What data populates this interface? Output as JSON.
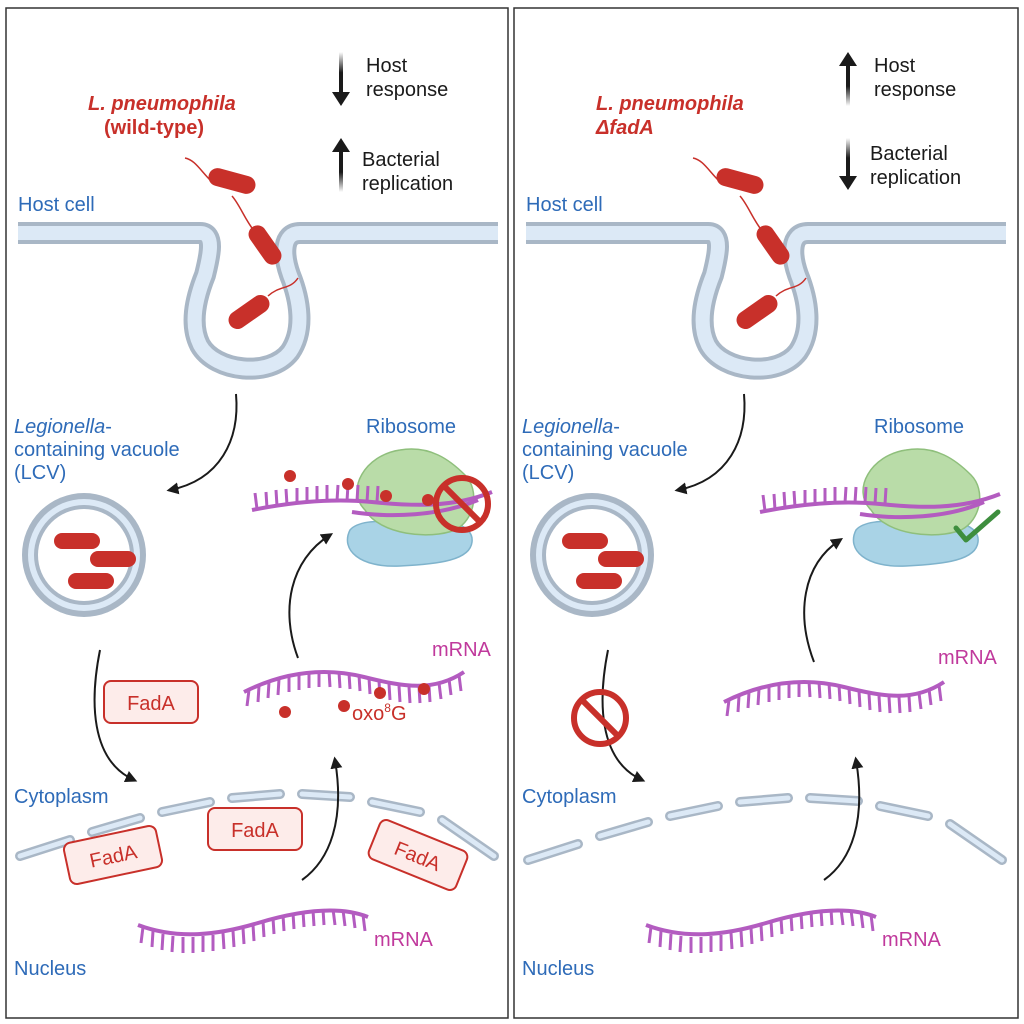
{
  "left": {
    "organism": "L. pneumophila",
    "strain": "(wild-type)",
    "host_response": [
      "Host",
      "response"
    ],
    "bacterial_replication": [
      "Bacterial",
      "replication"
    ],
    "host_cell": "Host cell",
    "lcv": [
      "Legionella",
      "-",
      "containing vacuole",
      "(LCV)"
    ],
    "ribosome": "Ribosome",
    "fada_label": "FadA",
    "mrna_label": "mRNA",
    "oxo_label": "oxo",
    "oxo_sup": "8",
    "oxo_suffix": "G",
    "cytoplasm": "Cytoplasm",
    "nucleus": "Nucleus"
  },
  "right": {
    "organism": "L. pneumophila",
    "strain": "ΔfadA",
    "host_response": [
      "Host",
      "response"
    ],
    "bacterial_replication": [
      "Bacterial",
      "replication"
    ],
    "host_cell": "Host cell",
    "lcv": [
      "Legionella",
      "-",
      "containing vacuole",
      "(LCV)"
    ],
    "ribosome": "Ribosome",
    "mrna_label": "mRNA",
    "cytoplasm": "Cytoplasm",
    "nucleus": "Nucleus"
  },
  "colors": {
    "bacteria": "#c8302a",
    "membrane": "#a9b7c6",
    "membrane_fill": "#dce9f6",
    "mrna": "#b35cc0",
    "ribosome_large": "#b9dca8",
    "ribosome_small": "#a9d3e6",
    "label_blue": "#2e6bb8",
    "check_green": "#3e8e3e"
  }
}
